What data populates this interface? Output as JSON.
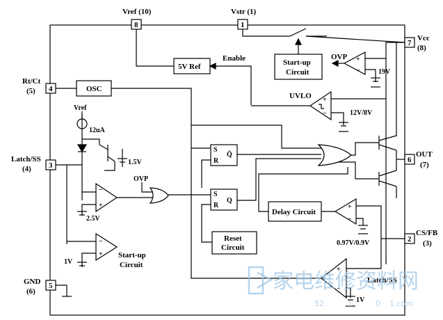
{
  "pins": {
    "vref": "Vref (10)",
    "pin8": "8",
    "vstr": "Vstr (1)",
    "pin1": "1",
    "vcc_name": "Vcc",
    "vcc_num": "(8)",
    "pin7": "7",
    "rtct_name": "Rt/Ct",
    "rtct_num": "(5)",
    "pin4": "4",
    "latch_name": "Latch/SS",
    "latch_num": "(4)",
    "pin3": "3",
    "out_name": "OUT",
    "out_num": "(7)",
    "pin6": "6",
    "csfb_name": "CS/FB",
    "csfb_num": "(3)",
    "pin2": "2",
    "gnd_name": "GND",
    "gnd_num": "(6)",
    "pin5": "5"
  },
  "blocks": {
    "vref5": "5V Ref",
    "enable": "Enable",
    "startup_top_1": "Start-up",
    "startup_top_2": "Circuit",
    "osc": "OSC",
    "delay": "Delay Circuit",
    "reset_1": "Reset",
    "reset_2": "Circuit",
    "startup_bot_1": "Start-up",
    "startup_bot_2": "Circuit",
    "latch_inner": "Latch/SS"
  },
  "labels": {
    "ovp_top": "OVP",
    "v19": "19V",
    "uvlo": "UVLO",
    "uvlo_v": "12V/8V",
    "vref_small": "Vref",
    "i12": "12uA",
    "v15": "1.5V",
    "ovp_mid": "OVP",
    "v25": "2.5V",
    "v1a": "1V",
    "v1b": "1V",
    "v097": "0.97V/0.9V",
    "s1": "S",
    "r1": "R",
    "q1": "Q̄",
    "s2": "S",
    "r2": "R",
    "q2": "Q"
  },
  "watermark": {
    "text1": "家电维修资料网",
    "text2": "52",
    "text3": "1",
    "text4": "0",
    "text5": "1.com"
  }
}
